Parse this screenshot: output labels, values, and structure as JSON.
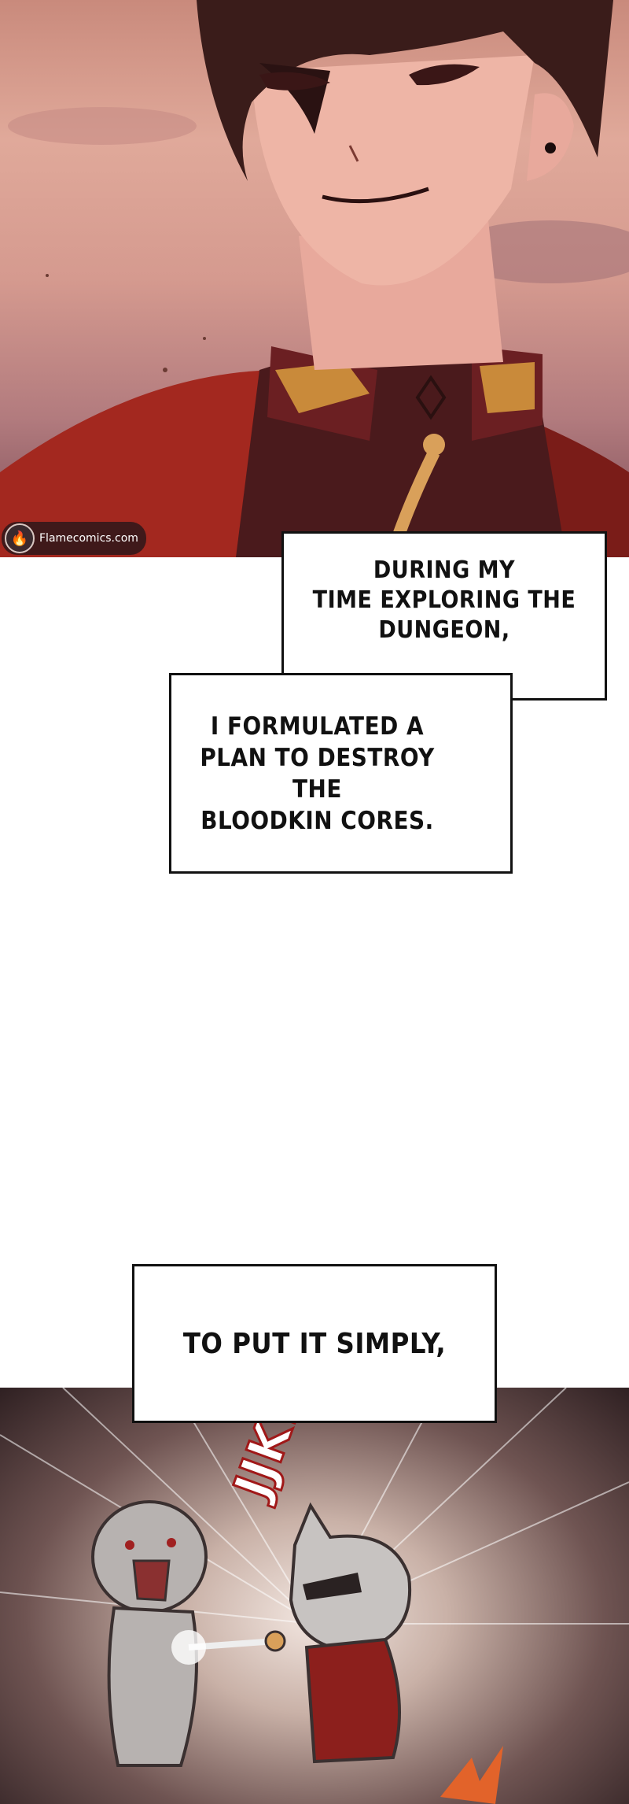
{
  "watermark": {
    "text": "Flamecomics.com",
    "icon": "flame-icon"
  },
  "bubbles": {
    "first": "DURING MY\nTIME EXPLORING THE\nDUNGEON,",
    "second": "I FORMULATED A\nPLAN TO DESTROY THE\nBLOODKIN CORES.",
    "third": "TO PUT IT SIMPLY,"
  },
  "sfx": {
    "text": "JJK!"
  },
  "colors": {
    "sky": "#e0a99a",
    "uniform": "#8c1f1c",
    "hair": "#3a1c1a",
    "gold": "#c98a3a"
  }
}
